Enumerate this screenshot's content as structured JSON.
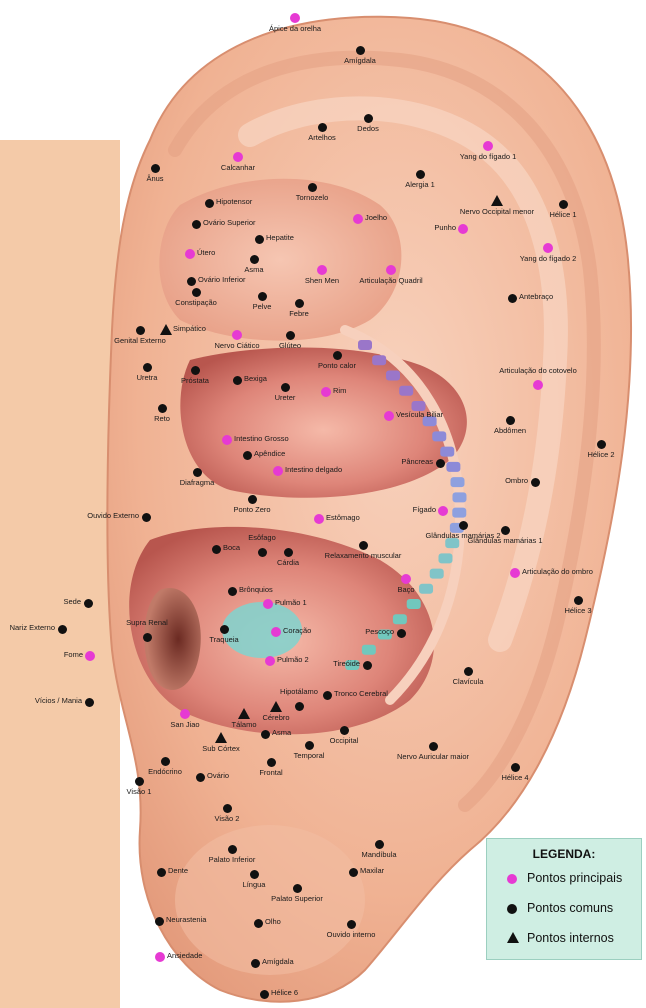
{
  "legend": {
    "title": "LEGENDA:",
    "main": "Pontos principais",
    "common": "Pontos comuns",
    "internal": "Pontos internos"
  },
  "colors": {
    "main": "#e63ad3",
    "common": "#111111",
    "skin": "#f2b99c",
    "concha": "#d9786a",
    "spine": "#8d8ad8",
    "legend_bg": "#cfeee3"
  },
  "points": [
    {
      "id": "apice-da-orelha",
      "label": "Ápice da orelha",
      "type": "main"
    },
    {
      "id": "amigdala-top",
      "label": "Amígdala",
      "type": "common"
    },
    {
      "id": "artelhos",
      "label": "Artelhos",
      "type": "common"
    },
    {
      "id": "dedos",
      "label": "Dedos",
      "type": "common"
    },
    {
      "id": "yang-figado-1",
      "label": "Yang do fígado 1",
      "type": "main"
    },
    {
      "id": "anus",
      "label": "Ânus",
      "type": "common"
    },
    {
      "id": "calcanhar",
      "label": "Calcanhar",
      "type": "main"
    },
    {
      "id": "tornozelo",
      "label": "Tornozelo",
      "type": "common"
    },
    {
      "id": "alergia-1",
      "label": "Alergia 1",
      "type": "common"
    },
    {
      "id": "nervo-occipital-menor",
      "label": "Nervo Occipital menor",
      "type": "internal"
    },
    {
      "id": "helice-1",
      "label": "Hélice 1",
      "type": "common"
    },
    {
      "id": "hipotensor",
      "label": "Hipotensor",
      "type": "common"
    },
    {
      "id": "joelho",
      "label": "Joelho",
      "type": "main"
    },
    {
      "id": "punho",
      "label": "Punho",
      "type": "main"
    },
    {
      "id": "ovario-superior",
      "label": "Ovário Superior",
      "type": "common"
    },
    {
      "id": "hepatite",
      "label": "Hepatite",
      "type": "common"
    },
    {
      "id": "utero",
      "label": "Útero",
      "type": "main"
    },
    {
      "id": "asma-top",
      "label": "Asma",
      "type": "common"
    },
    {
      "id": "yang-figado-2",
      "label": "Yang do fígado 2",
      "type": "main"
    },
    {
      "id": "ovario-inferior",
      "label": "Ovário Inferior",
      "type": "common"
    },
    {
      "id": "shen-men",
      "label": "Shen Men",
      "type": "main"
    },
    {
      "id": "articulacao-quadril",
      "label": "Articulação Quadril",
      "type": "main"
    },
    {
      "id": "constipacao",
      "label": "Constipação",
      "type": "common"
    },
    {
      "id": "pelve",
      "label": "Pelve",
      "type": "common"
    },
    {
      "id": "febre",
      "label": "Febre",
      "type": "common"
    },
    {
      "id": "antebraco",
      "label": "Antebraço",
      "type": "common"
    },
    {
      "id": "simpatico",
      "label": "Simpático",
      "type": "internal"
    },
    {
      "id": "genital-externo",
      "label": "Genital Externo",
      "type": "common"
    },
    {
      "id": "nervo-ciatico",
      "label": "Nervo Ciático",
      "type": "main"
    },
    {
      "id": "gluteo",
      "label": "Glúteo",
      "type": "common"
    },
    {
      "id": "ponto-calor",
      "label": "Ponto calor",
      "type": "common"
    },
    {
      "id": "uretra",
      "label": "Uretra",
      "type": "common"
    },
    {
      "id": "prostata",
      "label": "Próstata",
      "type": "common"
    },
    {
      "id": "bexiga",
      "label": "Bexiga",
      "type": "common"
    },
    {
      "id": "articulacao-cotovelo",
      "label": "Articulação do cotovelo",
      "type": "main"
    },
    {
      "id": "ureter",
      "label": "Ureter",
      "type": "common"
    },
    {
      "id": "rim",
      "label": "Rim",
      "type": "main"
    },
    {
      "id": "reto",
      "label": "Reto",
      "type": "common"
    },
    {
      "id": "vesicula-biliar",
      "label": "Vesícula Biliar",
      "type": "main"
    },
    {
      "id": "abdomen",
      "label": "Abdômen",
      "type": "common"
    },
    {
      "id": "intestino-grosso",
      "label": "Intestino Grosso",
      "type": "main"
    },
    {
      "id": "helice-2",
      "label": "Hélice 2",
      "type": "common"
    },
    {
      "id": "apendice",
      "label": "Apêndice",
      "type": "common"
    },
    {
      "id": "intestino-delgado",
      "label": "Intestino delgado",
      "type": "main"
    },
    {
      "id": "pancreas",
      "label": "Pâncreas",
      "type": "common"
    },
    {
      "id": "diafragma",
      "label": "Diafragma",
      "type": "common"
    },
    {
      "id": "ombro",
      "label": "Ombro",
      "type": "common"
    },
    {
      "id": "ponto-zero",
      "label": "Ponto Zero",
      "type": "common"
    },
    {
      "id": "figado",
      "label": "Fígado",
      "type": "main"
    },
    {
      "id": "ouvido-externo",
      "label": "Ouvido Externo",
      "type": "common"
    },
    {
      "id": "estomago",
      "label": "Estômago",
      "type": "main"
    },
    {
      "id": "glandulas-mamarias-2",
      "label": "Glândulas mamárias 2",
      "type": "common"
    },
    {
      "id": "glandulas-mamarias-1",
      "label": "Glândulas mamárias 1",
      "type": "common"
    },
    {
      "id": "esofago",
      "label": "Esôfago",
      "type": "common"
    },
    {
      "id": "boca",
      "label": "Boca",
      "type": "common"
    },
    {
      "id": "cardia",
      "label": "Cárdia",
      "type": "common"
    },
    {
      "id": "relaxamento-muscular",
      "label": "Relaxamento muscular",
      "type": "common"
    },
    {
      "id": "articulacao-ombro",
      "label": "Articulação do ombro",
      "type": "main"
    },
    {
      "id": "baco",
      "label": "Baço",
      "type": "main"
    },
    {
      "id": "bronquios",
      "label": "Brônquios",
      "type": "common"
    },
    {
      "id": "sede",
      "label": "Sede",
      "type": "common"
    },
    {
      "id": "pulmao-1",
      "label": "Pulmão 1",
      "type": "main"
    },
    {
      "id": "helice-3",
      "label": "Hélice 3",
      "type": "common"
    },
    {
      "id": "nariz-externo",
      "label": "Nariz Externo",
      "type": "common"
    },
    {
      "id": "supra-renal",
      "label": "Supra Renal",
      "type": "common"
    },
    {
      "id": "traqueia",
      "label": "Traqueia",
      "type": "common"
    },
    {
      "id": "coracao",
      "label": "Coração",
      "type": "main"
    },
    {
      "id": "pescoco",
      "label": "Pescoço",
      "type": "common"
    },
    {
      "id": "fome",
      "label": "Fome",
      "type": "main"
    },
    {
      "id": "pulmao-2",
      "label": "Pulmão 2",
      "type": "main"
    },
    {
      "id": "tireoide",
      "label": "Tireóide",
      "type": "common"
    },
    {
      "id": "clavicula",
      "label": "Clavícula",
      "type": "common"
    },
    {
      "id": "hipotalamo",
      "label": "Hipotálamo",
      "type": "common"
    },
    {
      "id": "tronco-cerebral",
      "label": "Tronco Cerebral",
      "type": "common"
    },
    {
      "id": "vicios-mania",
      "label": "Vícios / Mania",
      "type": "common"
    },
    {
      "id": "san-jiao",
      "label": "San Jiao",
      "type": "main"
    },
    {
      "id": "talamo",
      "label": "Tálamo",
      "type": "internal"
    },
    {
      "id": "cerebro",
      "label": "Cérebro",
      "type": "internal"
    },
    {
      "id": "sub-cortex",
      "label": "Sub Córtex",
      "type": "internal"
    },
    {
      "id": "asma-bottom",
      "label": "Asma",
      "type": "common"
    },
    {
      "id": "occipital",
      "label": "Occipital",
      "type": "common"
    },
    {
      "id": "nervo-auricular-maior",
      "label": "Nervo Auricular maior",
      "type": "common"
    },
    {
      "id": "temporal",
      "label": "Temporal",
      "type": "common"
    },
    {
      "id": "endocrino",
      "label": "Endócrino",
      "type": "common"
    },
    {
      "id": "ovario",
      "label": "Ovário",
      "type": "common"
    },
    {
      "id": "frontal",
      "label": "Frontal",
      "type": "common"
    },
    {
      "id": "visao-1",
      "label": "Visão 1",
      "type": "common"
    },
    {
      "id": "helice-4",
      "label": "Hélice 4",
      "type": "common"
    },
    {
      "id": "visao-2",
      "label": "Visão 2",
      "type": "common"
    },
    {
      "id": "mandibula",
      "label": "Mandíbula",
      "type": "common"
    },
    {
      "id": "palato-inferior",
      "label": "Palato Inferior",
      "type": "common"
    },
    {
      "id": "dente",
      "label": "Dente",
      "type": "common"
    },
    {
      "id": "maxilar",
      "label": "Maxilar",
      "type": "common"
    },
    {
      "id": "lingua",
      "label": "Língua",
      "type": "common"
    },
    {
      "id": "palato-superior",
      "label": "Palato Superior",
      "type": "common"
    },
    {
      "id": "neurastenia",
      "label": "Neurastenia",
      "type": "common"
    },
    {
      "id": "olho",
      "label": "Olho",
      "type": "common"
    },
    {
      "id": "ouvido-interno",
      "label": "Ouvido interno",
      "type": "common"
    },
    {
      "id": "ansiedade",
      "label": "Ansiedade",
      "type": "main"
    },
    {
      "id": "amigdala-bottom",
      "label": "Amígdala",
      "type": "common"
    },
    {
      "id": "helice-6",
      "label": "Hélice 6",
      "type": "common"
    }
  ]
}
